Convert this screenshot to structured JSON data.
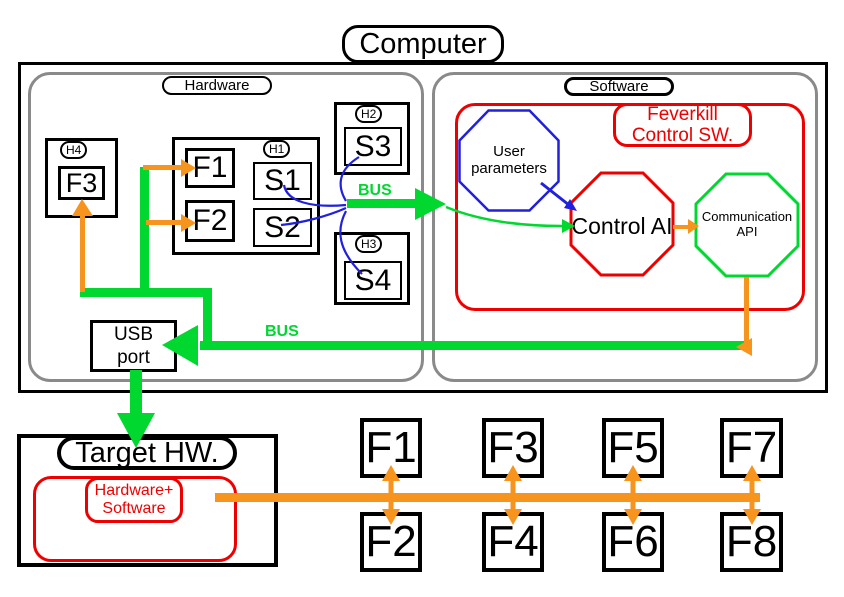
{
  "colors": {
    "green": "#00d830",
    "orange": "#f7941d",
    "red": "#ee0000",
    "blue": "#2020dd",
    "gray": "#8a8a8a"
  },
  "computer": {
    "label": "Computer"
  },
  "hardware": {
    "label": "Hardware",
    "h4": {
      "tag": "H4",
      "f3": "F3"
    },
    "h1": {
      "tag": "H1",
      "f1": "F1",
      "f2": "F2",
      "s1": "S1",
      "s2": "S2"
    },
    "h2": {
      "tag": "H2",
      "s3": "S3"
    },
    "h3": {
      "tag": "H3",
      "s4": "S4"
    },
    "usb": {
      "line1": "USB",
      "line2": "port"
    }
  },
  "bus": {
    "top_label": "BUS",
    "bottom_label": "BUS"
  },
  "software": {
    "label": "Software",
    "feverkill": {
      "line1": "Feverkill",
      "line2": "Control SW."
    },
    "user_parameters": {
      "line1": "User",
      "line2": "parameters"
    },
    "control_ai": "Control AI",
    "communication_api": {
      "line1": "Communication",
      "line2": "API"
    }
  },
  "target": {
    "label": "Target HW.",
    "inner": {
      "line1": "Hardware+",
      "line2": "Software"
    }
  },
  "fgrid": {
    "top": [
      "F1",
      "F3",
      "F5",
      "F7"
    ],
    "bottom": [
      "F2",
      "F4",
      "F6",
      "F8"
    ]
  }
}
